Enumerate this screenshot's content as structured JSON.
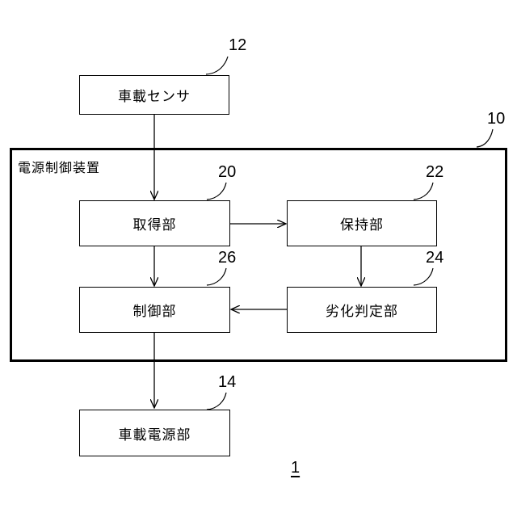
{
  "diagram": {
    "sensor": {
      "label": "車載センサ",
      "ref": "12"
    },
    "device": {
      "label": "電源制御装置",
      "ref": "10"
    },
    "acquisition": {
      "label": "取得部",
      "ref": "20"
    },
    "holding": {
      "label": "保持部",
      "ref": "22"
    },
    "deterioration": {
      "label": "劣化判定部",
      "ref": "24"
    },
    "control": {
      "label": "制御部",
      "ref": "26"
    },
    "power_supply": {
      "label": "車載電源部",
      "ref": "14"
    },
    "figure_number": "1"
  }
}
